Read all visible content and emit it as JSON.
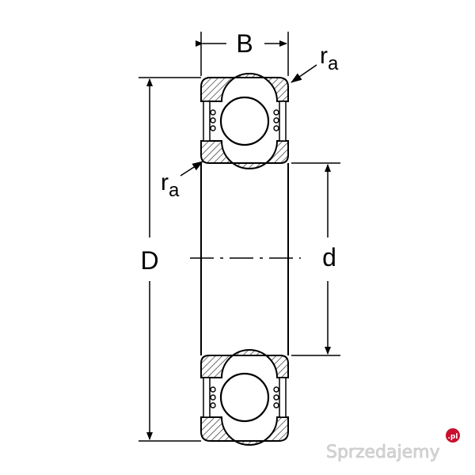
{
  "labels": {
    "width": "B",
    "outer_diameter": "D",
    "inner_diameter": "d",
    "radius_main": "r",
    "radius_sub": "a"
  },
  "watermark": {
    "text": "Sprzedajemy",
    "suffix": ".pl"
  },
  "colors": {
    "ink": "#000000",
    "hatch": "#4a4a4a",
    "watermark_text": "#d9d9d9",
    "watermark_badge": "#c8102e"
  }
}
